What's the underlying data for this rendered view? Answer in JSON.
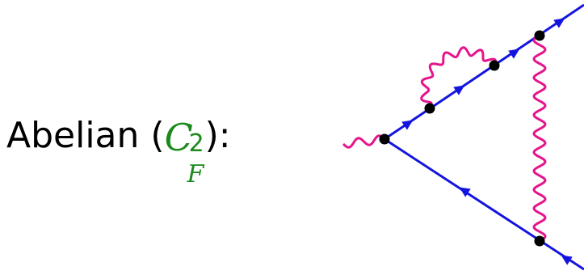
{
  "label": {
    "prefix": "Abelian (",
    "symbol": "C",
    "superscript": "2",
    "subscript": "F",
    "suffix": "):"
  },
  "colors": {
    "fermion": "#1414e0",
    "photon": "#e6148c",
    "vertex": "#000000",
    "symbol": "#1a8a1a"
  },
  "diagram": {
    "type": "Feynman vertex diagram",
    "propagators": [
      "fermion",
      "photon"
    ]
  }
}
